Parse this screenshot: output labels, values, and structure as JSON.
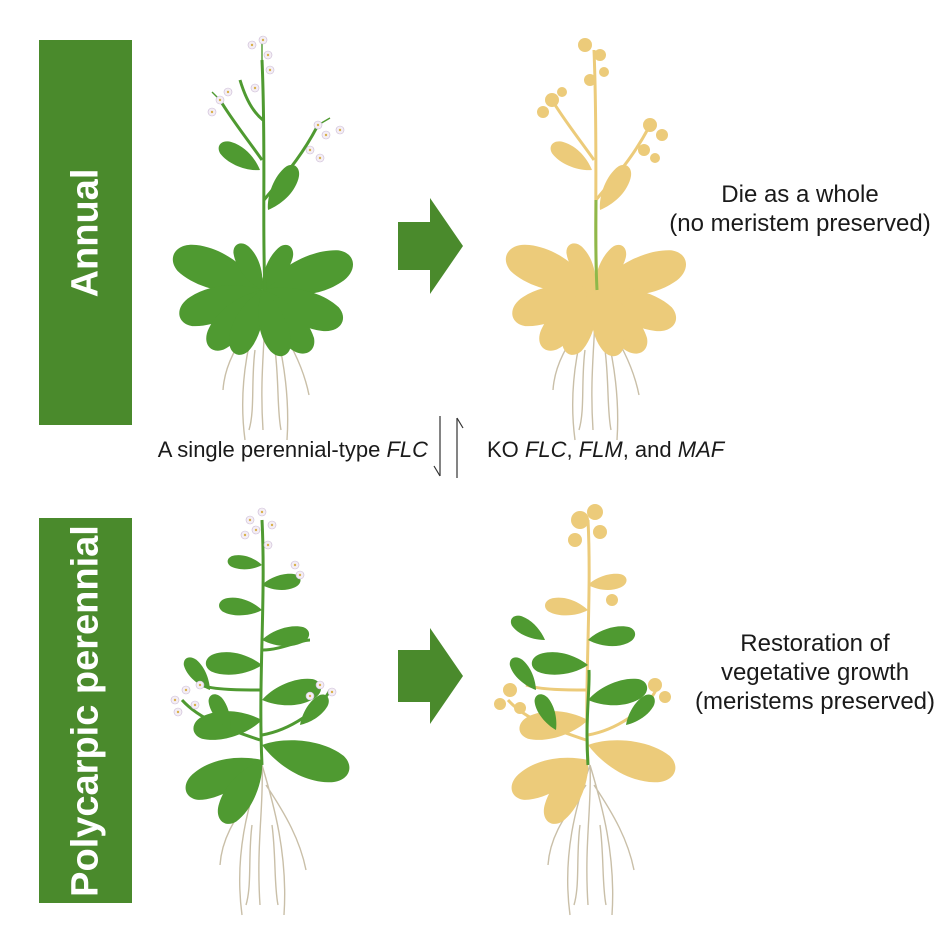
{
  "colors": {
    "band": "#4a8a2c",
    "plant_green": "#4f9a31",
    "plant_yellow": "#eccb7a",
    "arrow": "#4a8a2c",
    "root": "#c9bfa8",
    "flower": "#f4eef5"
  },
  "bands": {
    "top": "Annual",
    "bottom": "Polycarpic perennial"
  },
  "outcomes": {
    "annual_line1": "Die as a whole",
    "annual_line2": "(no meristem preserved)",
    "perennial_line1": "Restoration of",
    "perennial_line2": "vegetative growth",
    "perennial_line3": "(meristems preserved)"
  },
  "transition": {
    "left_prefix": "A single perennial-type ",
    "left_gene": "FLC",
    "right_prefix": "KO ",
    "right_gene1": "FLC",
    "right_sep1": ", ",
    "right_gene2": "FLM",
    "right_sep2": ", and ",
    "right_gene3": "MAF"
  },
  "icons": [
    "green-arrow-icon",
    "equilibrium-arrows-icon",
    "arabidopsis-plant-icon"
  ]
}
